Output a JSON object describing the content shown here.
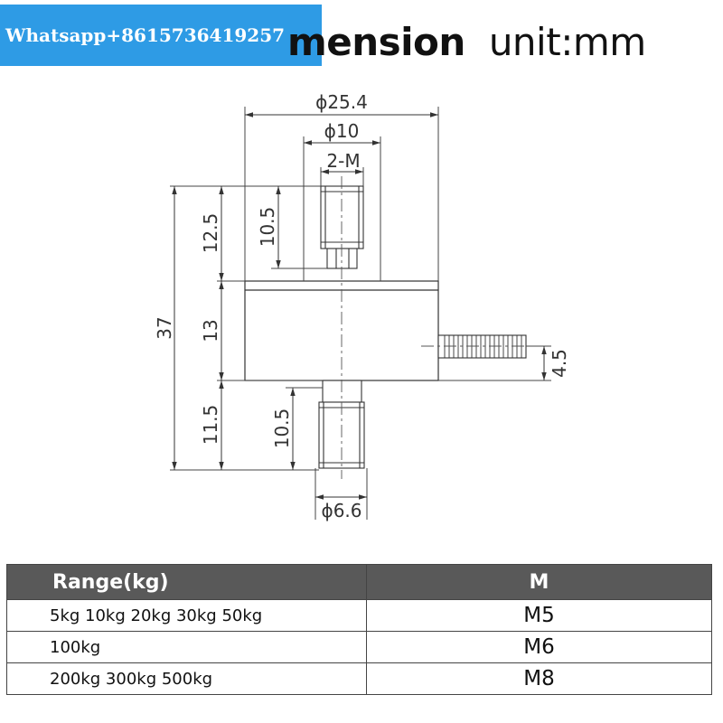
{
  "watermark": "Whatsapp+8615736419257",
  "title": {
    "main": "mension",
    "unit": "unit:mm"
  },
  "dimensions": {
    "outer_diameter": "ϕ25.4",
    "inner_diameter": "ϕ10",
    "thread_spec": "2-M",
    "overall_height": "37",
    "top_section": "12.5",
    "top_thread_length": "10.5",
    "body_height": "13",
    "bottom_section": "11.5",
    "bottom_thread_length": "10.5",
    "cable_offset": "4.5",
    "bottom_diameter": "ϕ6.6"
  },
  "table": {
    "headers": [
      "Range(kg)",
      "M"
    ],
    "rows": [
      {
        "range": "5kg 10kg 20kg 30kg 50kg",
        "m": "M5"
      },
      {
        "range": "100kg",
        "m": "M6"
      },
      {
        "range": "200kg 300kg 500kg",
        "m": "M8"
      }
    ]
  }
}
